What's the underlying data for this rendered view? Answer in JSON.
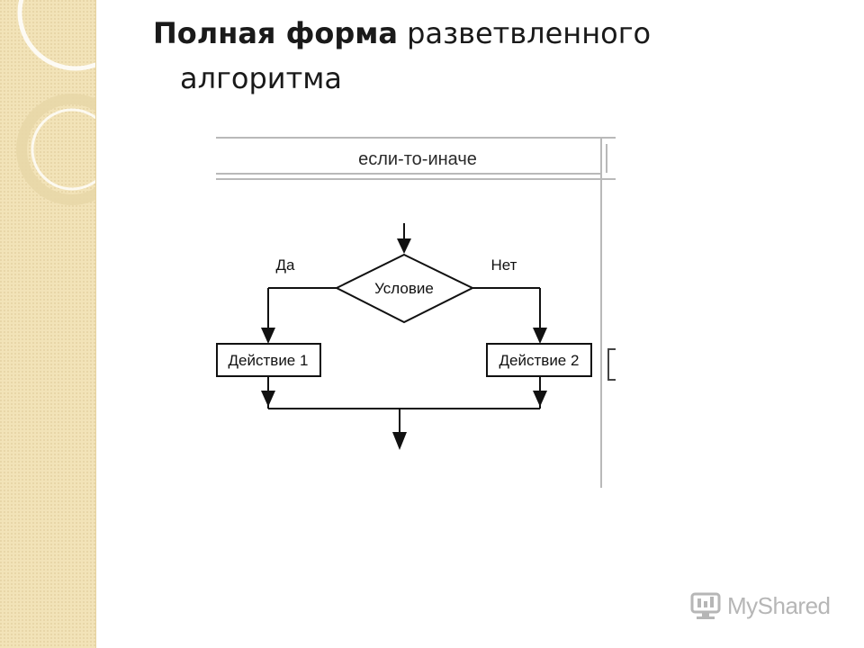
{
  "slide": {
    "title_bold": "Полная форма",
    "title_rest": "разветвленного",
    "title_line2": "алгоритма"
  },
  "diagram": {
    "header": "если-то-иначе",
    "condition": "Условие",
    "yes_label": "Да",
    "no_label": "Нет",
    "action1": "Действие 1",
    "action2": "Действие 2"
  },
  "watermark": {
    "text": "MyShared"
  }
}
